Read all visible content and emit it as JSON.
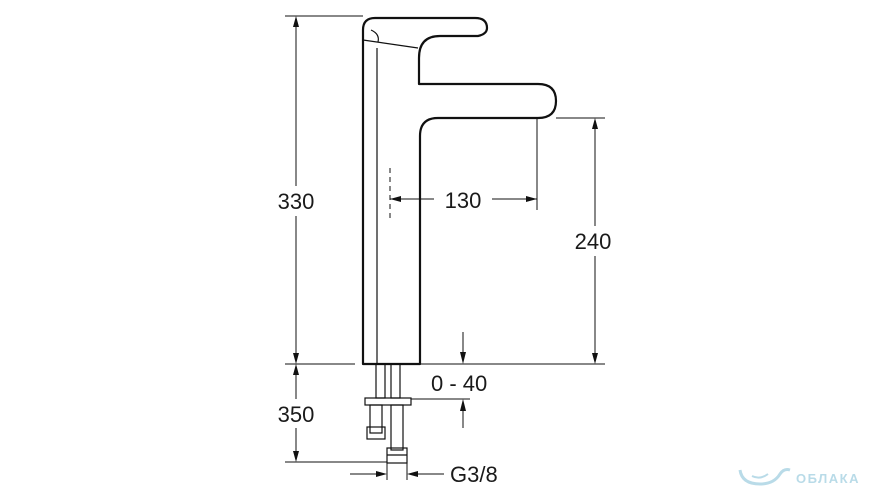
{
  "dimensions": {
    "height_total": "330",
    "spout_reach": "130",
    "spout_height": "240",
    "deck_thickness": "0 - 40",
    "hose_length": "350",
    "thread": "G3/8"
  },
  "watermark": {
    "text": "ОБЛАКА",
    "color": "#b9dbe8"
  }
}
